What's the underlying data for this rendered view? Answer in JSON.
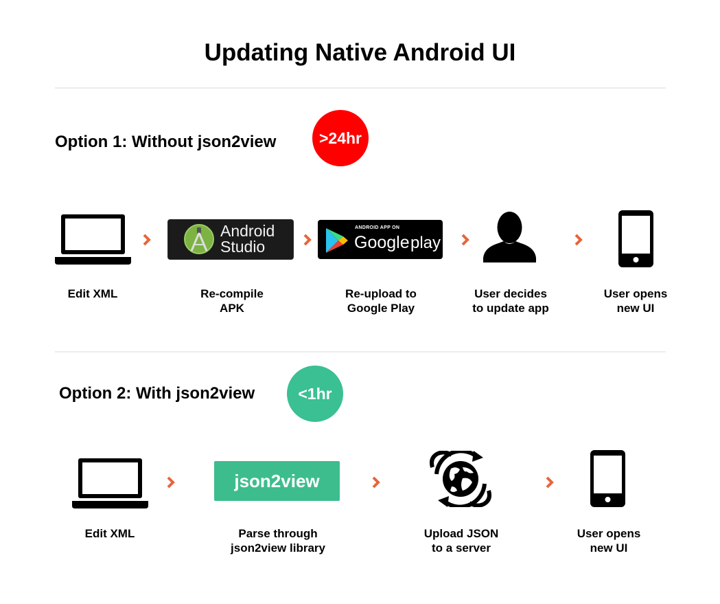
{
  "title": "Updating Native Android UI",
  "colors": {
    "arrow": "#e8643a",
    "badge_slow": "#ff0000",
    "badge_fast": "#3ac092",
    "json2view_box": "#3dbd8e"
  },
  "option1": {
    "label": "Option 1: Without json2view",
    "badge": ">24hr",
    "steps": [
      {
        "icon": "laptop-icon",
        "caption": "Edit XML"
      },
      {
        "icon": "android-studio-logo",
        "caption": "Re-compile\nAPK",
        "logo_text_1": "Android",
        "logo_text_2": "Studio"
      },
      {
        "icon": "google-play-badge",
        "caption": "Re-upload to\nGoogle Play",
        "badge_small": "ANDROID APP ON",
        "badge_large": "Google",
        "badge_play": "play"
      },
      {
        "icon": "user-icon",
        "caption": "User decides\nto update app"
      },
      {
        "icon": "smartphone-icon",
        "caption": "User opens\nnew UI"
      }
    ]
  },
  "option2": {
    "label": "Option 2: With json2view",
    "badge": "<1hr",
    "steps": [
      {
        "icon": "laptop-icon",
        "caption": "Edit XML"
      },
      {
        "icon": "json2view-box",
        "caption": "Parse through\njson2view library",
        "box_text": "json2view"
      },
      {
        "icon": "globe-sync-icon",
        "caption": "Upload JSON\nto a server"
      },
      {
        "icon": "smartphone-icon",
        "caption": "User opens\nnew UI"
      }
    ]
  }
}
